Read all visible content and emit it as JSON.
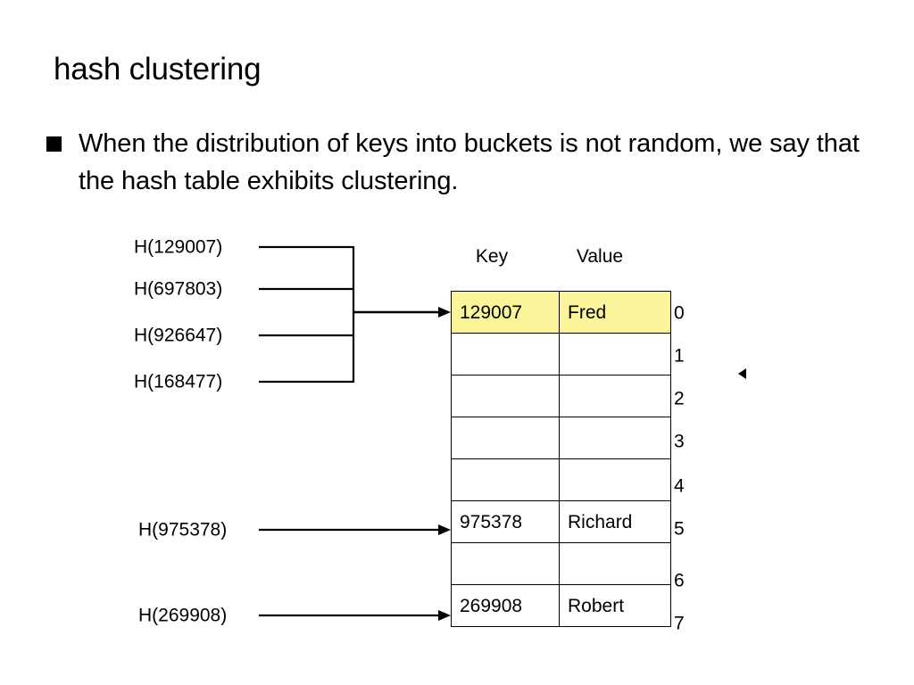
{
  "slide": {
    "title": "hash clustering",
    "bullets": [
      "When the distribution of keys into buckets is not random, we say that the hash table exhibits clustering."
    ]
  },
  "diagram": {
    "clustered_group": {
      "hash_labels": [
        "H(129007)",
        "H(697803)",
        "H(926647)",
        "H(168477)"
      ],
      "target_bucket": "0"
    },
    "single_arrows": [
      {
        "hash_label": "H(975378)",
        "target_bucket": "5"
      },
      {
        "hash_label": "H(269908)",
        "target_bucket": "7"
      }
    ],
    "table": {
      "columns": [
        "Key",
        "Value"
      ],
      "highlight_color": "#FBF49B",
      "rows": [
        {
          "index": "0",
          "key": "129007",
          "value": "Fred",
          "highlighted": true
        },
        {
          "index": "1",
          "key": "",
          "value": "",
          "highlighted": false
        },
        {
          "index": "2",
          "key": "",
          "value": "",
          "highlighted": false
        },
        {
          "index": "3",
          "key": "",
          "value": "",
          "highlighted": false
        },
        {
          "index": "4",
          "key": "",
          "value": "",
          "highlighted": false
        },
        {
          "index": "5",
          "key": "975378",
          "value": "Richard",
          "highlighted": false
        },
        {
          "index": "6",
          "key": "",
          "value": "",
          "highlighted": false
        },
        {
          "index": "7",
          "key": "269908",
          "value": "Robert",
          "highlighted": false
        }
      ]
    }
  }
}
